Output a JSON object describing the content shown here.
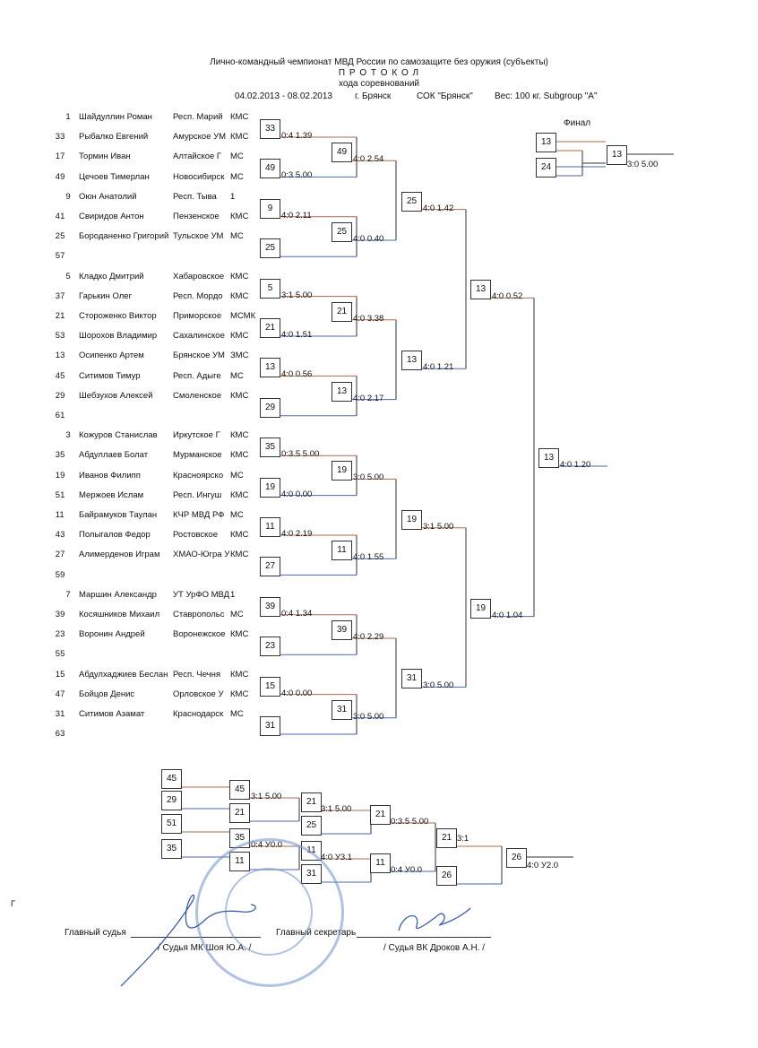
{
  "header": {
    "title": "Лично-командный чемпионат МВД России по самозащите без оружия (субъекты)",
    "protocol": "П Р О Т О К О Л",
    "subtitle": "хода соревнований",
    "dates": "04.02.2013 - 08.02.2013",
    "city": "г. Брянск",
    "venue": "СОК \"Брянск\"",
    "weight": "Вес: 100 кг. Subgroup \"A\""
  },
  "final_label": "Финал",
  "participants": [
    {
      "num": "1",
      "name": "Шайдуллин Роман",
      "region": "Респ. Марий",
      "rank": "КМС"
    },
    {
      "num": "33",
      "name": "Рыбалко Евгений",
      "region": "Амурское УМ",
      "rank": "КМС"
    },
    {
      "num": "17",
      "name": "Тормин Иван",
      "region": "Алтайское Г",
      "rank": "МС"
    },
    {
      "num": "49",
      "name": "Цечоев Тимерлан",
      "region": "Новосибирск",
      "rank": "МС"
    },
    {
      "num": "9",
      "name": "Оюн Анатолий",
      "region": "Респ. Тыва",
      "rank": "1"
    },
    {
      "num": "41",
      "name": "Свиридов Антон",
      "region": "Пензенское",
      "rank": "КМС"
    },
    {
      "num": "25",
      "name": "Бороданенко Григорий",
      "region": "Тульское УМ",
      "rank": "МС"
    },
    {
      "num": "57",
      "name": "",
      "region": "",
      "rank": ""
    },
    {
      "num": "5",
      "name": "Кладко Дмитрий",
      "region": "Хабаровское",
      "rank": "КМС"
    },
    {
      "num": "37",
      "name": "Гарькин Олег",
      "region": "Респ. Мордо",
      "rank": "КМС"
    },
    {
      "num": "21",
      "name": "Стороженко Виктор",
      "region": "Приморское",
      "rank": "МСМК"
    },
    {
      "num": "53",
      "name": "Шорохов Владимир",
      "region": "Сахалинское",
      "rank": "КМС"
    },
    {
      "num": "13",
      "name": "Осипенко Артем",
      "region": "Брянское УМ",
      "rank": "ЗМС"
    },
    {
      "num": "45",
      "name": "Ситимов Тимур",
      "region": "Респ. Адыге",
      "rank": "МС"
    },
    {
      "num": "29",
      "name": "Шебзухов Алексей",
      "region": "Смоленское",
      "rank": "КМС"
    },
    {
      "num": "61",
      "name": "",
      "region": "",
      "rank": ""
    },
    {
      "num": "3",
      "name": "Кожуров Станислав",
      "region": "Иркутское Г",
      "rank": "КМС"
    },
    {
      "num": "35",
      "name": "Абдуллаев Болат",
      "region": "Мурманское",
      "rank": "КМС"
    },
    {
      "num": "19",
      "name": "Иванов Филипп",
      "region": "Красноярско",
      "rank": "МС"
    },
    {
      "num": "51",
      "name": "Мержоев Ислам",
      "region": "Респ. Ингуш",
      "rank": "КМС"
    },
    {
      "num": "11",
      "name": "Байрамуков Таулан",
      "region": "КЧР МВД РФ",
      "rank": "МС"
    },
    {
      "num": "43",
      "name": "Полыгалов Федор",
      "region": "Ростовское",
      "rank": "КМС"
    },
    {
      "num": "27",
      "name": "Алимерденов Играм",
      "region": "ХМАО-Югра У",
      "rank": "КМС"
    },
    {
      "num": "59",
      "name": "",
      "region": "",
      "rank": ""
    },
    {
      "num": "7",
      "name": "Маршин Александр",
      "region": "УТ УрФО МВД",
      "rank": "1"
    },
    {
      "num": "39",
      "name": "Косяшников Михаил",
      "region": "Ставропольс",
      "rank": "МС"
    },
    {
      "num": "23",
      "name": "Воронин Андрей",
      "region": "Воронежское",
      "rank": "КМС"
    },
    {
      "num": "55",
      "name": "",
      "region": "",
      "rank": ""
    },
    {
      "num": "15",
      "name": "Абдулхаджиев Беслан",
      "region": "Респ. Чечня",
      "rank": "КМС"
    },
    {
      "num": "47",
      "name": "Бойцов Денис",
      "region": "Орловское У",
      "rank": "КМС"
    },
    {
      "num": "31",
      "name": "Ситимов Азамат",
      "region": "Краснодарск",
      "rank": "МС"
    },
    {
      "num": "63",
      "name": "",
      "region": "",
      "rank": ""
    }
  ],
  "round1": [
    {
      "winner": "33",
      "score": "0:4 1.39"
    },
    {
      "winner": "49",
      "score": "0:3 5.00"
    },
    {
      "winner": "9",
      "score": "4:0 2.11"
    },
    {
      "winner": "25",
      "score": ""
    },
    {
      "winner": "5",
      "score": "3:1 5.00"
    },
    {
      "winner": "21",
      "score": "4:0 1.51"
    },
    {
      "winner": "13",
      "score": "4:0 0.56"
    },
    {
      "winner": "29",
      "score": ""
    },
    {
      "winner": "35",
      "score": "0:3.5 5.00"
    },
    {
      "winner": "19",
      "score": "4:0 0.00"
    },
    {
      "winner": "11",
      "score": "4:0 2.19"
    },
    {
      "winner": "27",
      "score": ""
    },
    {
      "winner": "39",
      "score": "0:4 1.34"
    },
    {
      "winner": "23",
      "score": ""
    },
    {
      "winner": "15",
      "score": "4:0 0.00"
    },
    {
      "winner": "31",
      "score": ""
    }
  ],
  "round2": [
    {
      "winner": "49",
      "score": "4:0 2.54"
    },
    {
      "winner": "25",
      "score": "4:0 0.40"
    },
    {
      "winner": "21",
      "score": "4:0 3.38"
    },
    {
      "winner": "13",
      "score": "4:0 2.17"
    },
    {
      "winner": "19",
      "score": "3:0 5.00"
    },
    {
      "winner": "11",
      "score": "4:0 1.55"
    },
    {
      "winner": "39",
      "score": "4:0 2.29"
    },
    {
      "winner": "31",
      "score": "3:0 5.00"
    }
  ],
  "round3": [
    {
      "winner": "25",
      "score": "4:0 1.42"
    },
    {
      "winner": "13",
      "score": "4:0 1.21"
    },
    {
      "winner": "19",
      "score": "3:1 5.00"
    },
    {
      "winner": "31",
      "score": "3:0 5.00"
    }
  ],
  "round4": [
    {
      "winner": "13",
      "score": "4:0 0.52"
    },
    {
      "winner": "19",
      "score": "4:0 1.04"
    }
  ],
  "round5": [
    {
      "winner": "13",
      "score": "4:0 1.20"
    }
  ],
  "final": {
    "a": "13",
    "b": "24",
    "winner": "13",
    "score": "3:0 5.00"
  },
  "repechage": {
    "seeds": [
      "45",
      "29",
      "51",
      "35"
    ],
    "r1": [
      {
        "winner": "45",
        "score": "3:1 5.00"
      },
      {
        "winner": "21",
        "score": ""
      },
      {
        "winner": "35",
        "score": "0:4 У0.0"
      },
      {
        "winner": "11",
        "score": ""
      }
    ],
    "r2": [
      {
        "winner": "21",
        "score": "3:1 5.00"
      },
      {
        "winner": "25",
        "score": ""
      },
      {
        "winner": "11",
        "score": "4:0 У3.1"
      },
      {
        "winner": "31",
        "score": ""
      }
    ],
    "r3": [
      {
        "winner": "21",
        "score": "0:3.5 5.00"
      },
      {
        "winner": "11",
        "score": "0:4 У0.0"
      }
    ],
    "r4": [
      {
        "winner": "21",
        "score": "3:1"
      },
      {
        "winner": "26",
        "score": ""
      }
    ],
    "r5": {
      "winner": "26",
      "score": "4:0 У2.0"
    }
  },
  "footer": {
    "chief_judge_label": "Главный судья",
    "chief_judge_name": "/ Судья МК Шоя Ю.А. /",
    "secretary_label": "Главный секретарь",
    "secretary_name": "/ Судья ВК Дроков А.Н. /",
    "left_mark": "Г"
  }
}
